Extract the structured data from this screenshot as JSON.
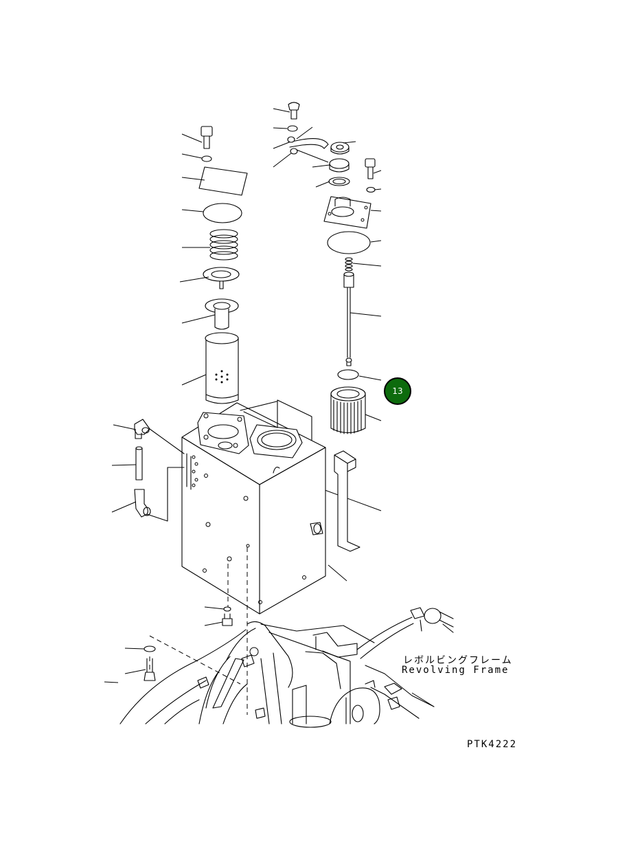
{
  "labels": {
    "frame_jp": "レボルビングフレーム",
    "frame_en": "Revolving Frame",
    "drawing_code": "PTK4222"
  },
  "callouts": [
    {
      "number": "13",
      "color": "#0d6b0d"
    }
  ]
}
